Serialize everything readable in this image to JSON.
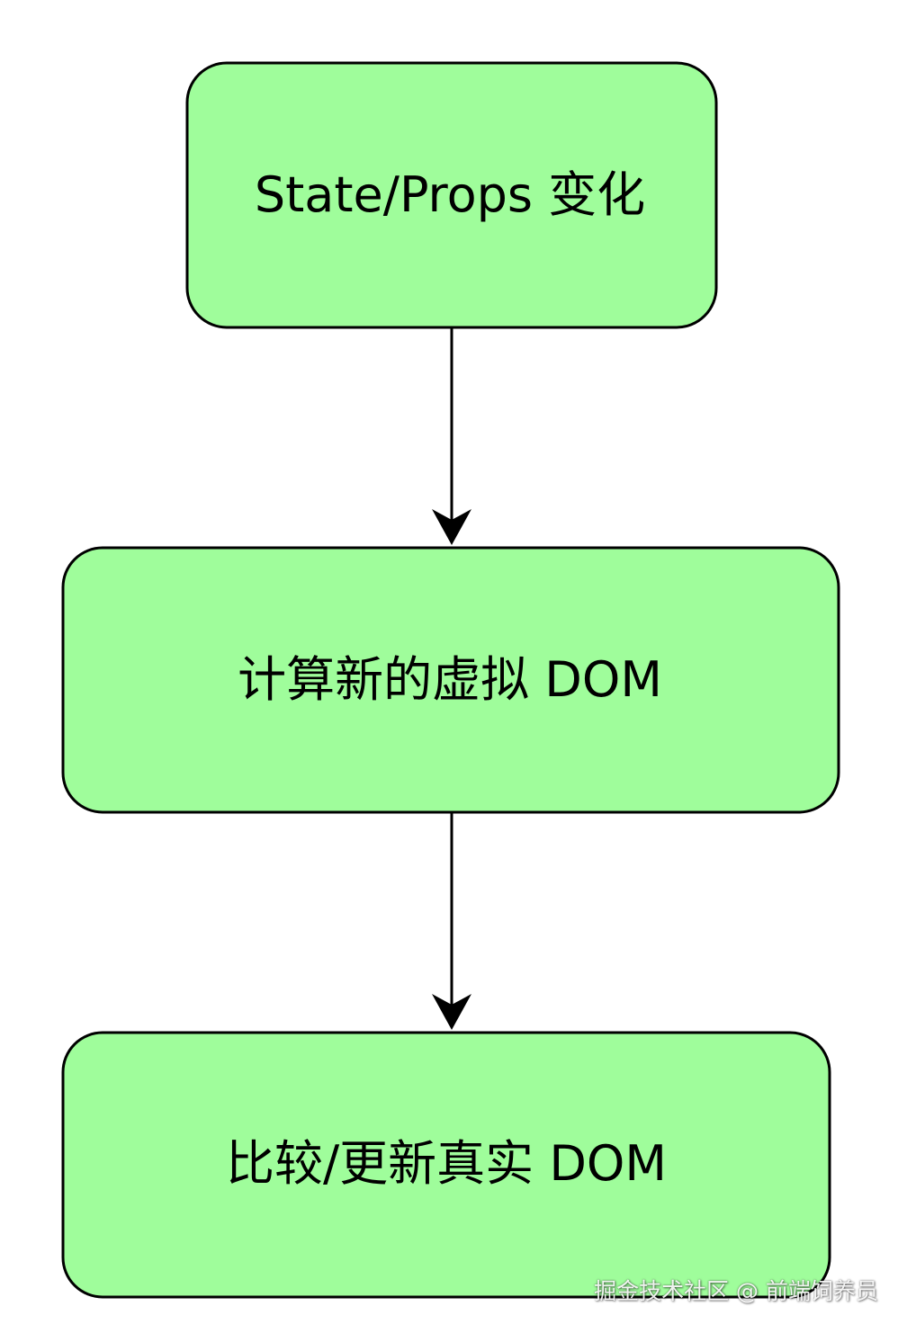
{
  "colors": {
    "node_fill": "#9ffd9b",
    "node_stroke": "#000000",
    "arrow": "#000000",
    "background": "#ffffff"
  },
  "nodes": [
    {
      "label": "State/Props 变化"
    },
    {
      "label": "计算新的虚拟 DOM"
    },
    {
      "label": "比较/更新真实 DOM"
    }
  ],
  "watermark": "掘金技术社区 @ 前端饲养员"
}
